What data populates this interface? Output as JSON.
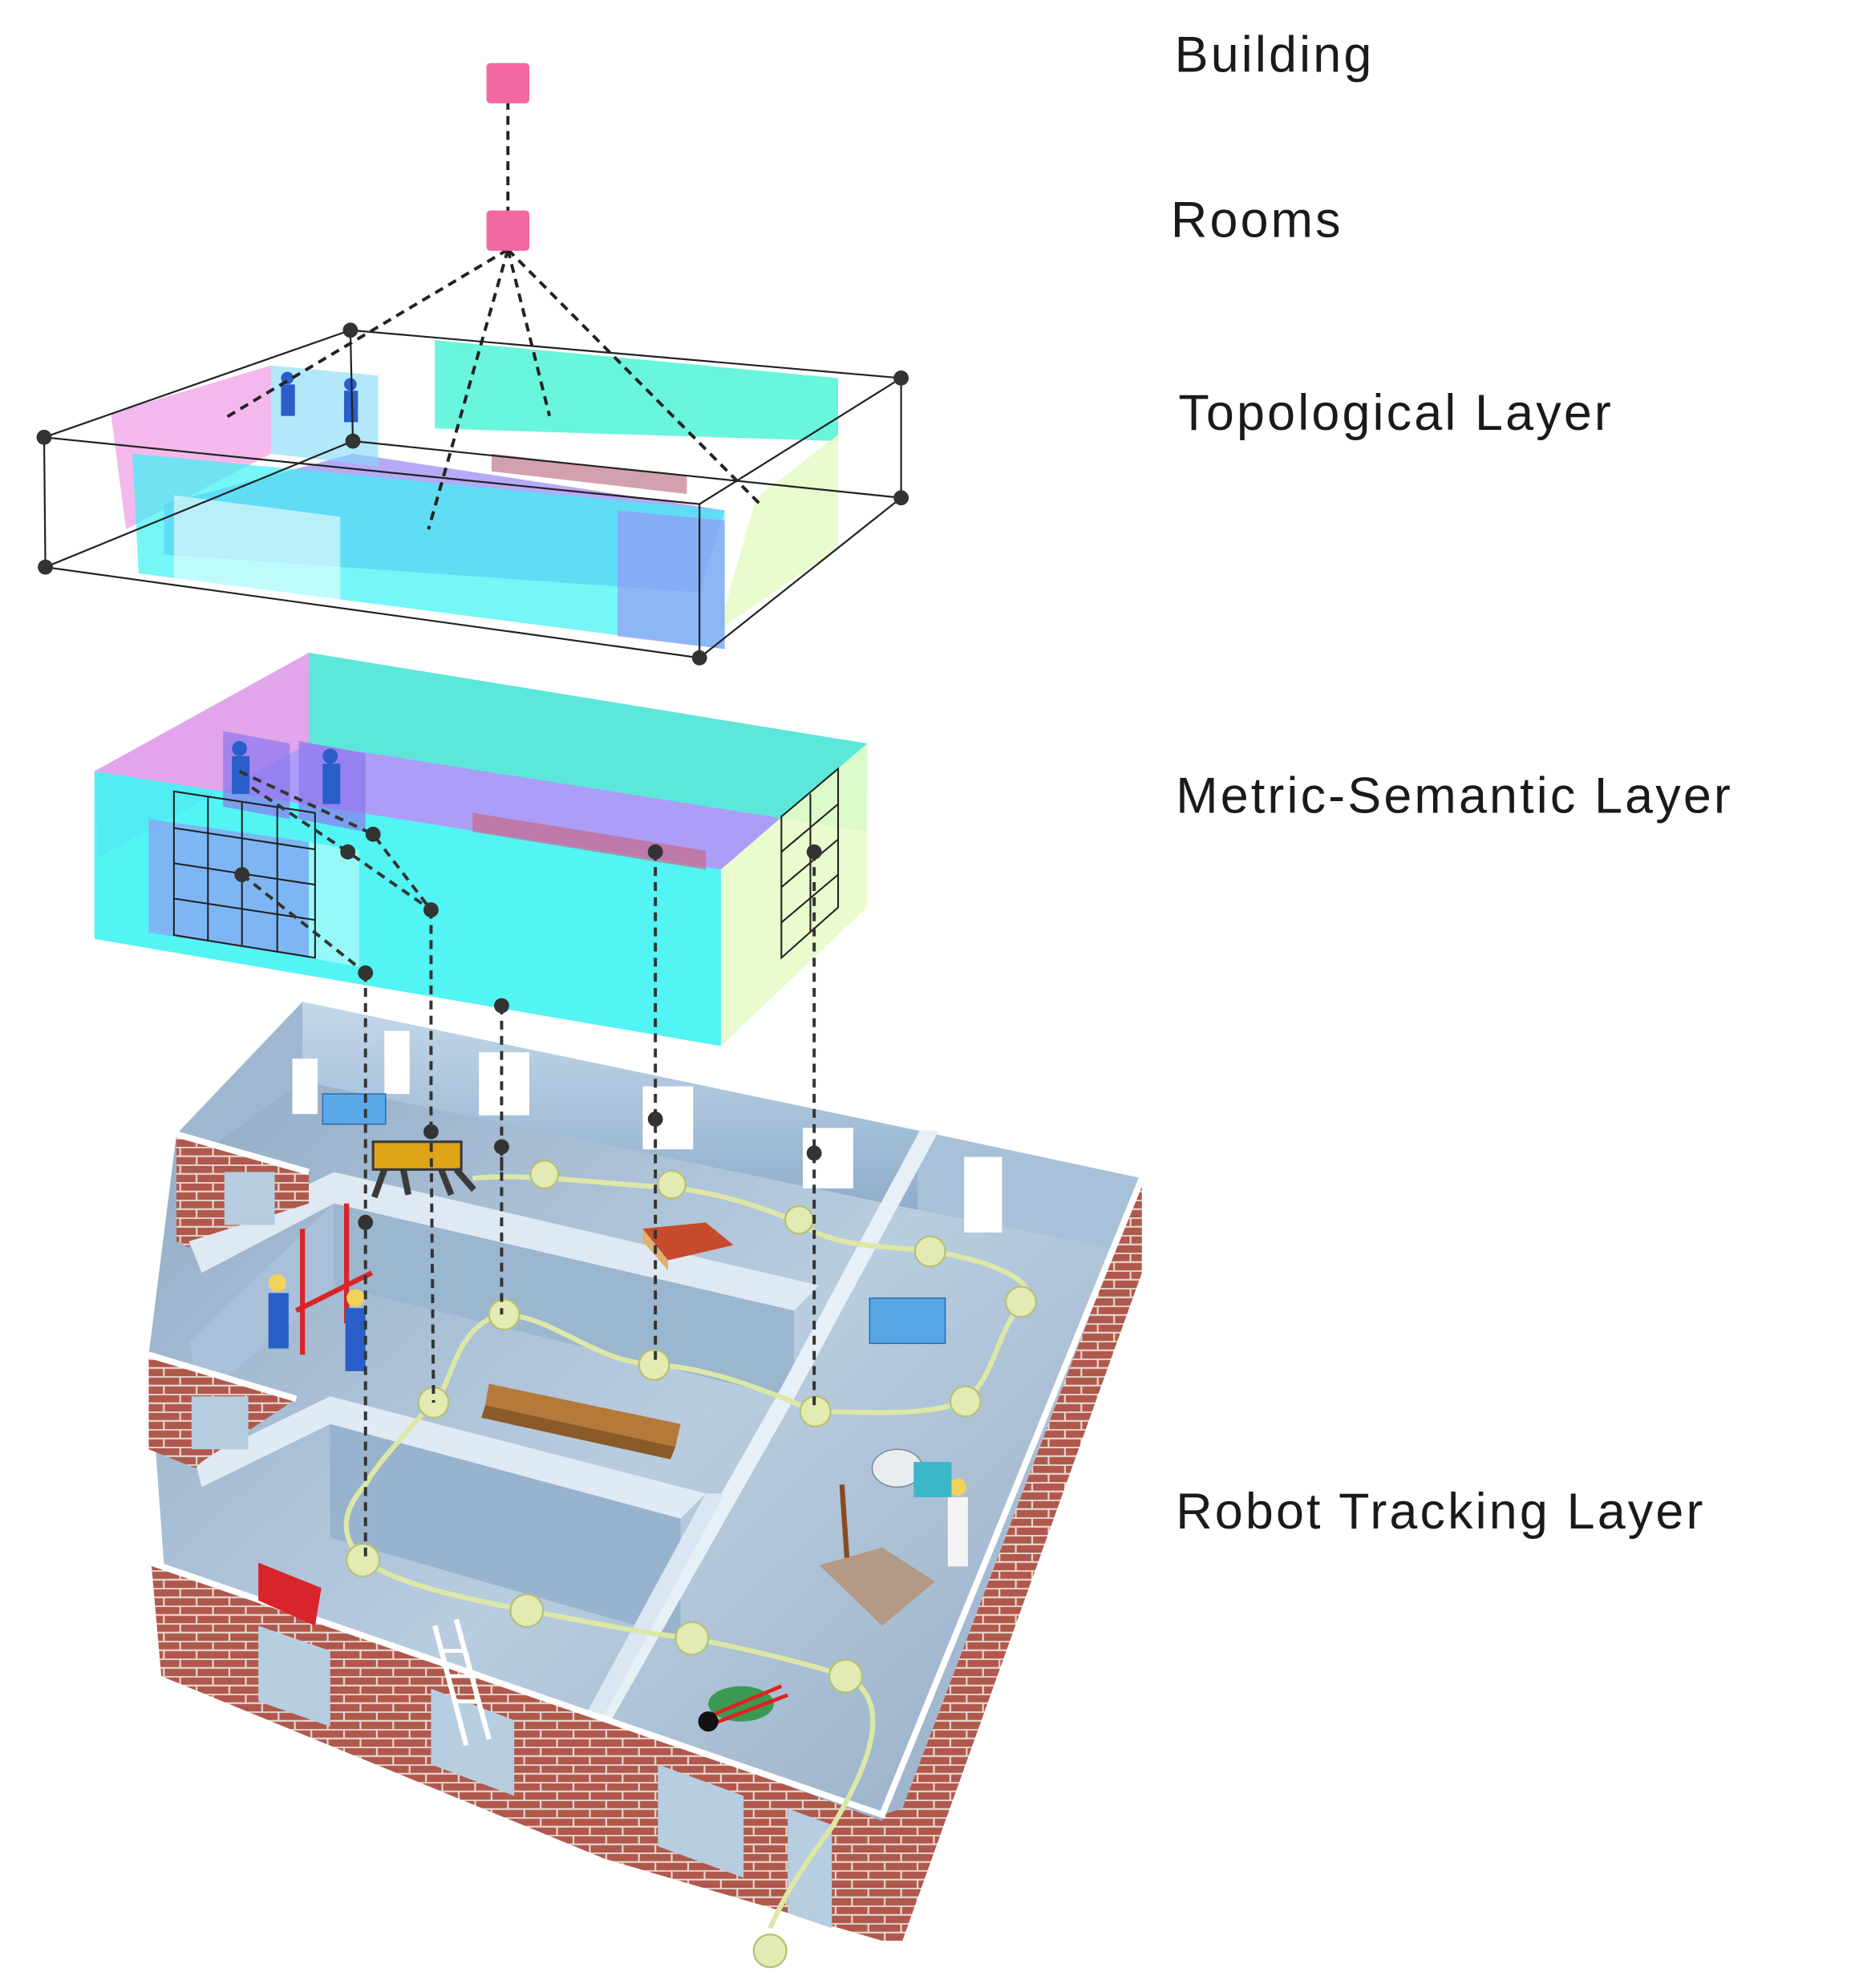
{
  "layers": {
    "building": "Building",
    "rooms": "Rooms",
    "topological": "Topological Layer",
    "metric_semantic": "Metric-Semantic Layer",
    "robot_tracking": "Robot Tracking Layer"
  },
  "colors": {
    "building_node": "#f3689f",
    "room_node": "#f3689f",
    "graph_node": "#333333",
    "trajectory_node": "#e4ecb0",
    "trajectory_line": "#dfe8a8",
    "wall_cyan": "#3af3f3",
    "wall_teal": "#4ff5d6",
    "wall_pink": "#f0a8e8",
    "floor_violet": "#9d8cf5",
    "brick": "#b0584c",
    "concrete": "#aec6dc"
  },
  "icons": [
    "robot-dog-icon",
    "worker-icon",
    "wheelbarrow-icon",
    "ladder-icon",
    "cement-mixer-icon",
    "pallet-icon",
    "beam-icon",
    "scaffold-icon"
  ]
}
